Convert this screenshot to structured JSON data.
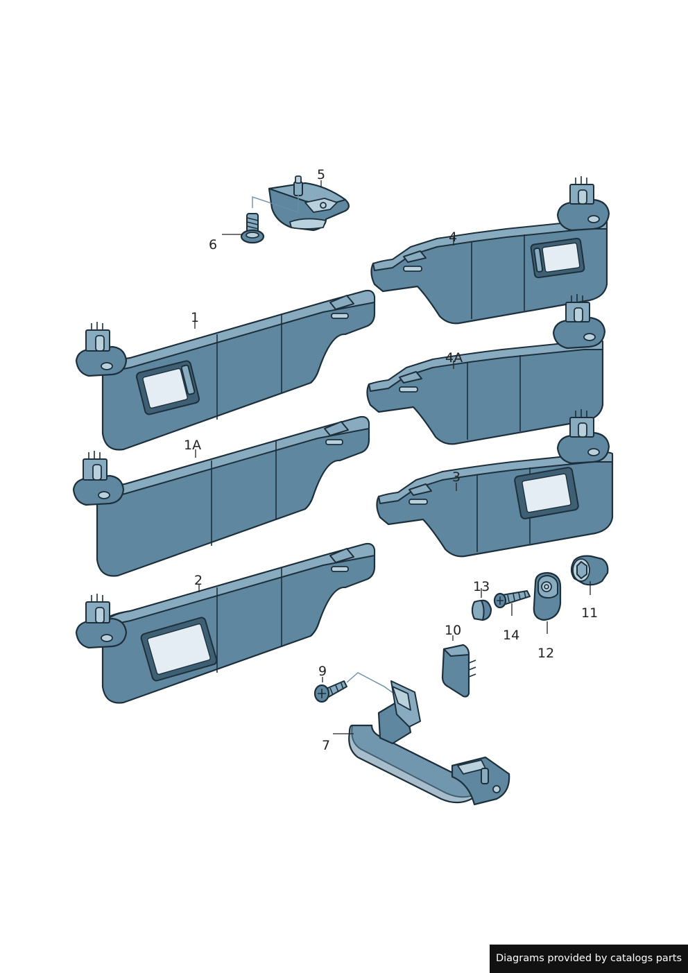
{
  "callouts": {
    "c1": "1",
    "c1a": "1A",
    "c2": "2",
    "c3": "3",
    "c4": "4",
    "c4a": "4A",
    "c5": "5",
    "c6": "6",
    "c7": "7",
    "c9": "9",
    "c10": "10",
    "c11": "11",
    "c12": "12",
    "c13": "13",
    "c14": "14"
  },
  "footer": {
    "credit": "Diagrams provided by catalogs parts"
  },
  "colors": {
    "part": "#5f87a0",
    "outline": "#1c2f3b",
    "glass": "#e3edf3",
    "footer_bg": "#111111"
  }
}
